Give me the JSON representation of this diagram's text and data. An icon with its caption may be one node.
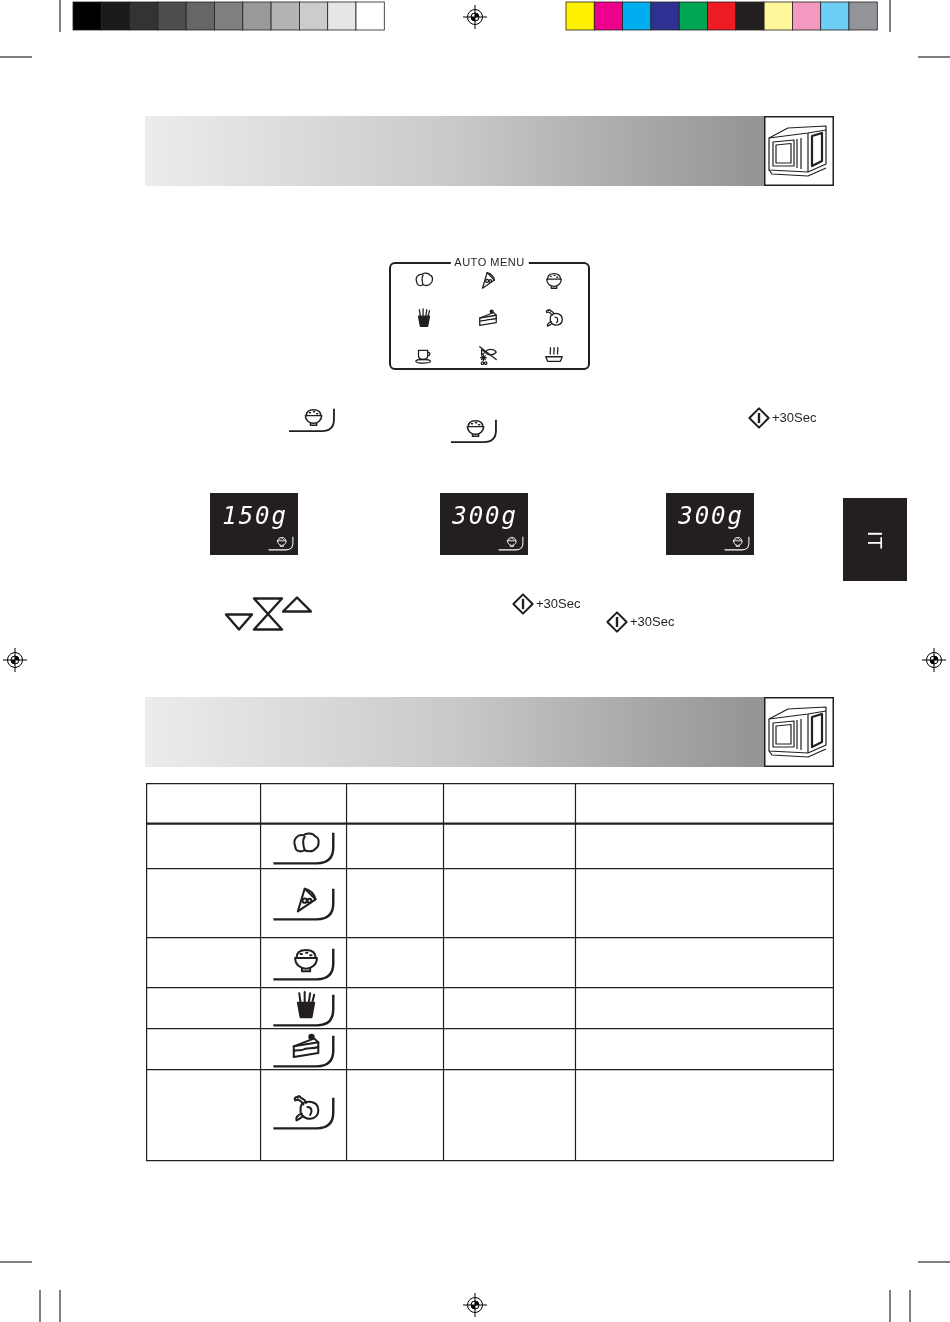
{
  "diagram": {
    "nodes": [
      {
        "text": [
          "AUTO MENU"
        ]
      },
      {
        "text": [
          "150g"
        ]
      },
      {
        "text": [
          "300g"
        ]
      },
      {
        "text": [
          "300g"
        ]
      },
      {
        "text": [
          "IT"
        ]
      }
    ],
    "labels": [
      "+30Sec",
      "+30Sec",
      "+30Sec"
    ]
  }
}
